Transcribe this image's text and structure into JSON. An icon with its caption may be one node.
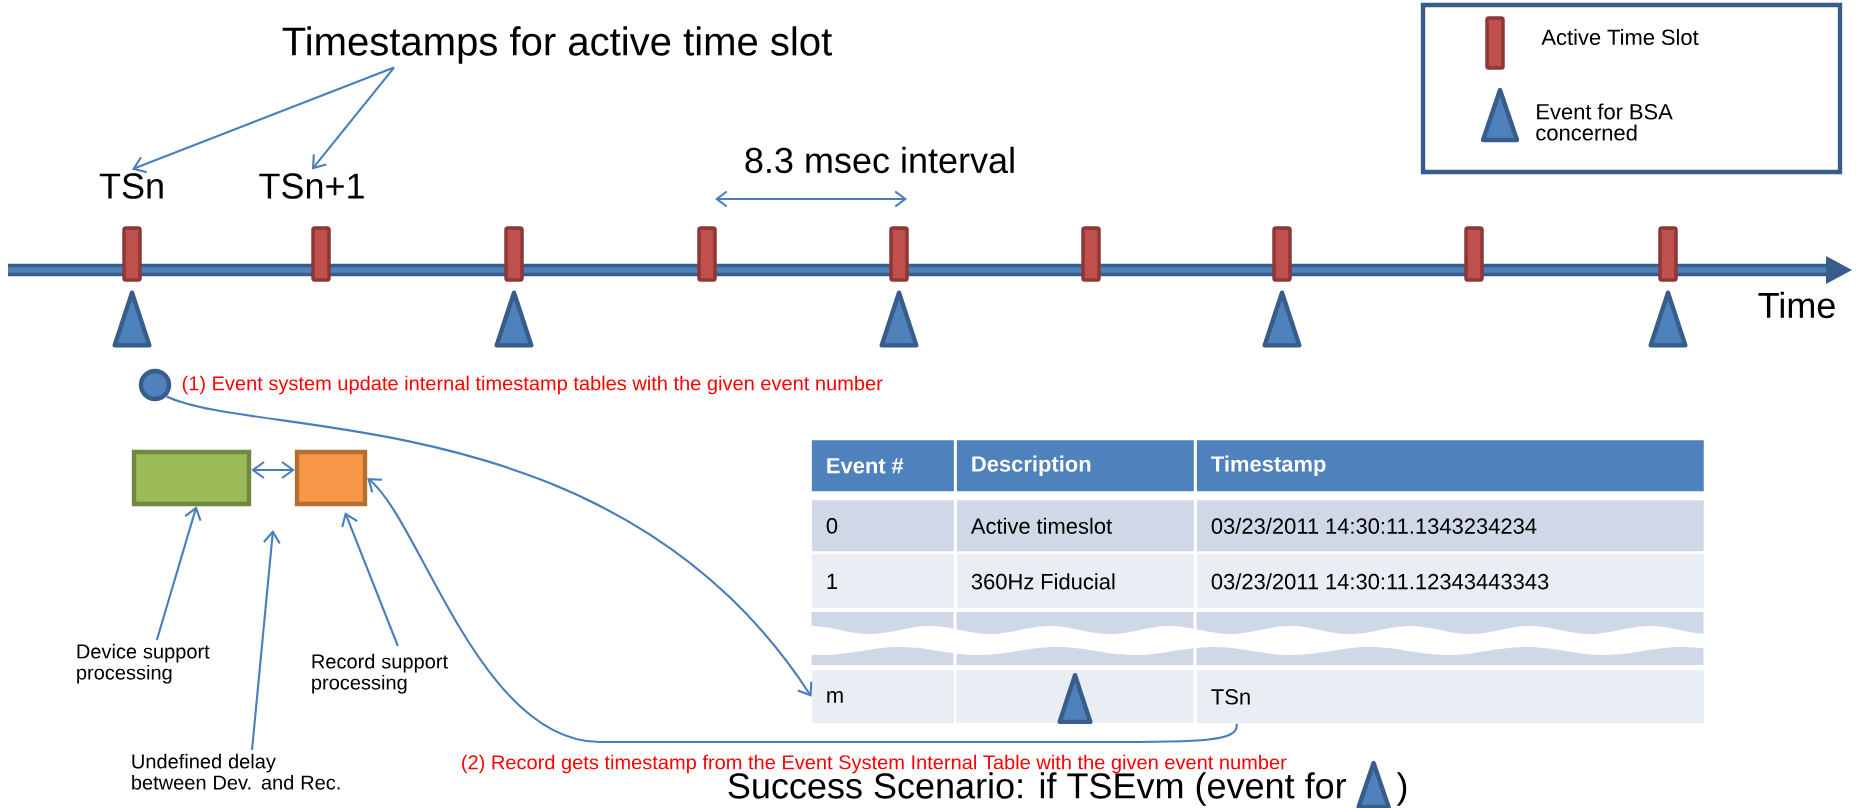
{
  "diagram": {
    "nodes": [
      {
        "text": [
          "Timestamps for active time slot"
        ]
      },
      {
        "text": [
          "TSn"
        ]
      },
      {
        "text": [
          "TSn+1"
        ]
      },
      {
        "text": [],
        "shape": "triangle"
      },
      {
        "text": [],
        "shape": "triangle"
      },
      {
        "text": [],
        "shape": "triangle"
      },
      {
        "text": [],
        "shape": "triangle"
      },
      {
        "text": [],
        "shape": "triangle"
      },
      {
        "text": [],
        "shape": "circle",
        "beside": [
          "(1) Event system update internal timestamp tables with the given event number"
        ]
      },
      {
        "text": [],
        "shape": "box"
      },
      {
        "text": [],
        "shape": "box"
      },
      {
        "text": [
          "Device support processing"
        ]
      },
      {
        "text": [
          "Record support processing"
        ]
      },
      {
        "text": [
          "Undefined delay between Dev. and Rec."
        ]
      },
      {
        "text": [
          "Event #"
        ]
      },
      {
        "text": [
          "Description"
        ]
      },
      {
        "text": [
          "Timestamp"
        ]
      },
      {
        "text": [
          "0"
        ]
      },
      {
        "text": [
          "Active timeslot"
        ]
      },
      {
        "text": [
          "03/23/2011 14:30:11.1343234234"
        ]
      },
      {
        "text": [
          "1"
        ]
      },
      {
        "text": [
          "360Hz Fiducial"
        ]
      },
      {
        "text": [
          "03/23/2011 14:30:11.12343443343"
        ]
      },
      {
        "text": [
          "m"
        ]
      },
      {
        "text": [],
        "shape": "triangle"
      },
      {
        "text": [
          "TSn"
        ]
      }
    ],
    "edges": [
      {
        "from": 0,
        "to": 1,
        "arrow": "to"
      },
      {
        "from": 0,
        "to": 2,
        "arrow": "to"
      },
      {
        "from": 9,
        "to": 10,
        "arrow": "both"
      },
      {
        "from": 11,
        "to": 9,
        "arrow": "to"
      },
      {
        "from": 13,
        "to": null,
        "arrow": "to"
      },
      {
        "from": 12,
        "to": 10,
        "arrow": "to"
      },
      {
        "from": 8,
        "to": 23,
        "arrow": "to"
      },
      {
        "from": 25,
        "to": 10,
        "arrow": "to"
      }
    ],
    "labels": [
      "8.3 msec interval",
      "Time",
      "(2) Record gets timestamp from the Event System Internal Table with the given event number",
      "Success Scenario: if TSEvm (event for",
      ")"
    ],
    "legend": [
      {
        "text": "Active Time Slot"
      },
      {
        "text": "Event for BSA concerned"
      }
    ]
  }
}
